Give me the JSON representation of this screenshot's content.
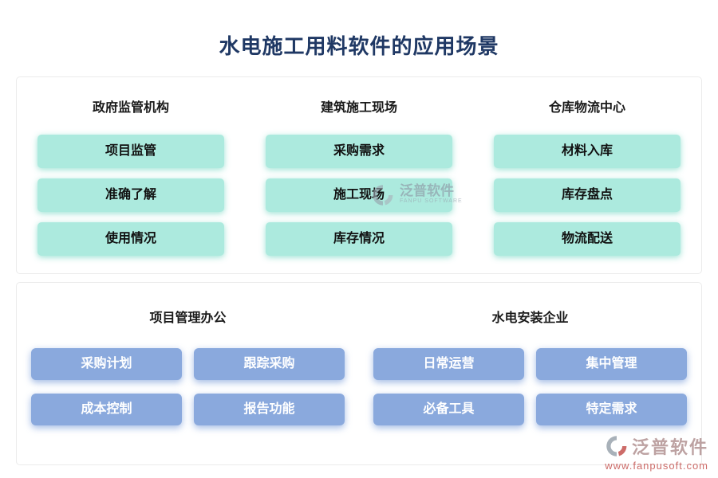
{
  "title": "水电施工用料软件的应用场景",
  "top_panel": {
    "columns": [
      {
        "header": "政府监管机构",
        "items": [
          "项目监管",
          "准确了解",
          "使用情况"
        ]
      },
      {
        "header": "建筑施工现场",
        "items": [
          "采购需求",
          "施工现场",
          "库存情况"
        ]
      },
      {
        "header": "仓库物流中心",
        "items": [
          "材料入库",
          "库存盘点",
          "物流配送"
        ]
      }
    ]
  },
  "bottom_panel": {
    "groups": [
      {
        "header": "项目管理办公",
        "items": [
          "采购计划",
          "跟踪采购",
          "成本控制",
          "报告功能"
        ]
      },
      {
        "header": "水电安装企业",
        "items": [
          "日常运营",
          "集中管理",
          "必备工具",
          "特定需求"
        ]
      }
    ]
  },
  "watermark_center": {
    "name": "泛普软件",
    "sub": "FANPU SOFTWARE"
  },
  "watermark_corner": {
    "name": "泛普软件",
    "url": "www.fanpusoft.com"
  },
  "colors": {
    "accent_mint": "#aceade",
    "accent_blue": "#8aa9dd",
    "title_navy": "#1f3864",
    "watermark_red": "#c5534f"
  }
}
